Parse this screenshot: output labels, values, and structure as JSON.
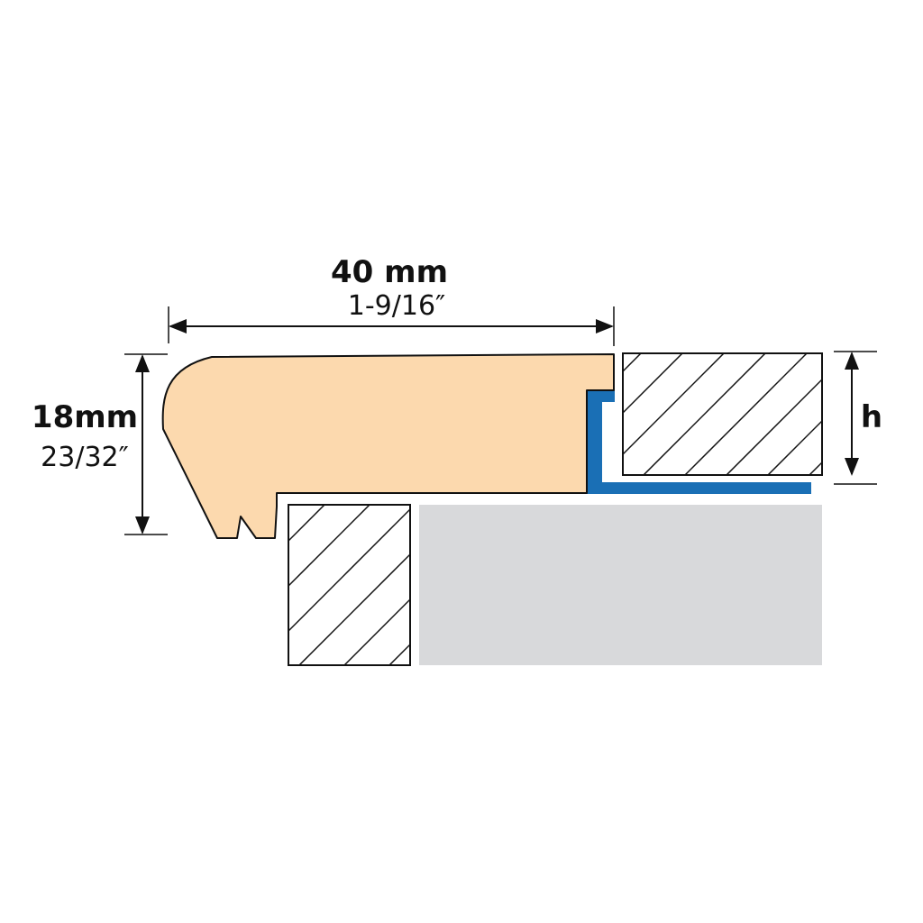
{
  "dimensions": {
    "width_metric": "40 mm",
    "width_imperial": "1-9/16″",
    "height_metric": "18mm",
    "height_imperial": "23/32″",
    "variable_height": "h"
  },
  "colors": {
    "nosing": "#fcd9ae",
    "trim_profile": "#1a6fb5",
    "subfloor": "#d8d9db",
    "outline": "#111111",
    "background": "#ffffff"
  }
}
